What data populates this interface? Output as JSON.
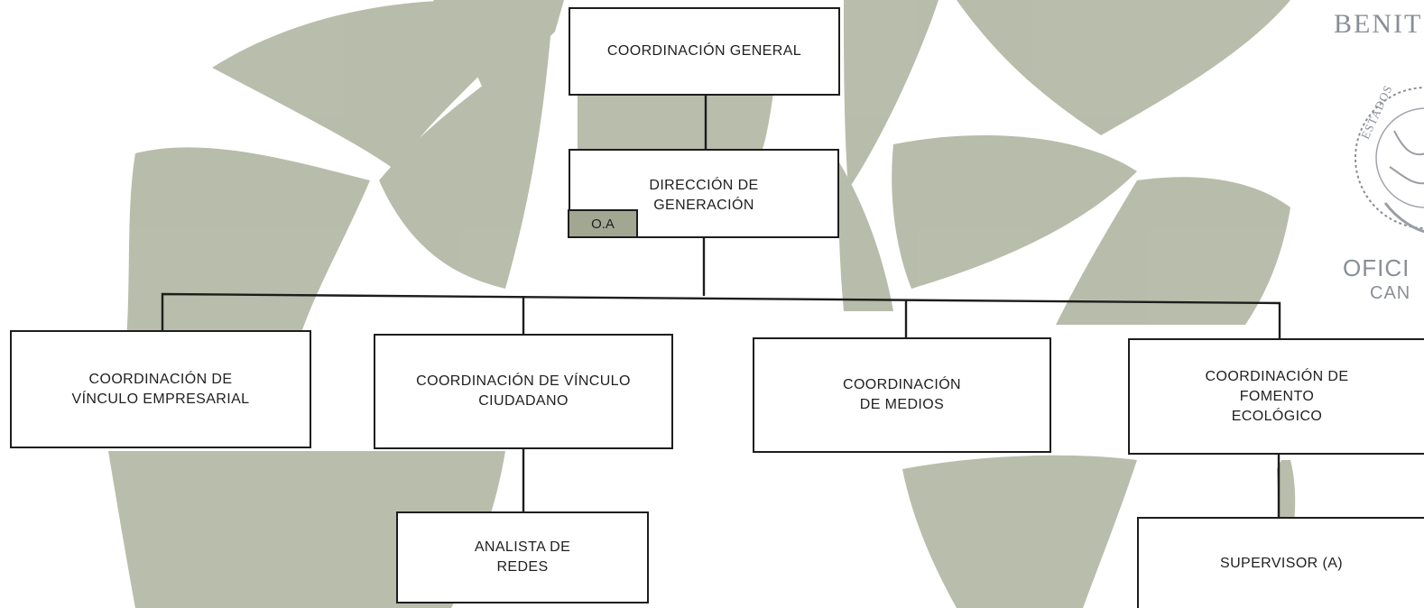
{
  "org_chart": {
    "top": "COORDINACIÓN GENERAL",
    "direction": "DIRECCIÓN DE\nGENERACIÓN",
    "direction_tag": "O.A",
    "coord_empresarial": "COORDINACIÓN DE\nVÍNCULO EMPRESARIAL",
    "coord_ciudadano": "COORDINACIÓN DE VÍNCULO\nCIUDADANO",
    "coord_medios": "COORDINACIÓN\nDE MEDIOS",
    "coord_ecologico": "COORDINACIÓN DE\nFOMENTO\nECOLÓGICO",
    "analista": "ANALISTA DE\nREDES",
    "supervisor": "SUPERVISOR (A)"
  },
  "stamp": {
    "top_text": "BENIT",
    "seal_text": "ESTADOS",
    "office_text": "OFICI",
    "city_text": "CAN"
  },
  "colors": {
    "background_shape": "#b5b9a6",
    "tag_fill": "#a2a791",
    "box_border": "#1d1d1d",
    "stamp": "#8a8f96"
  }
}
